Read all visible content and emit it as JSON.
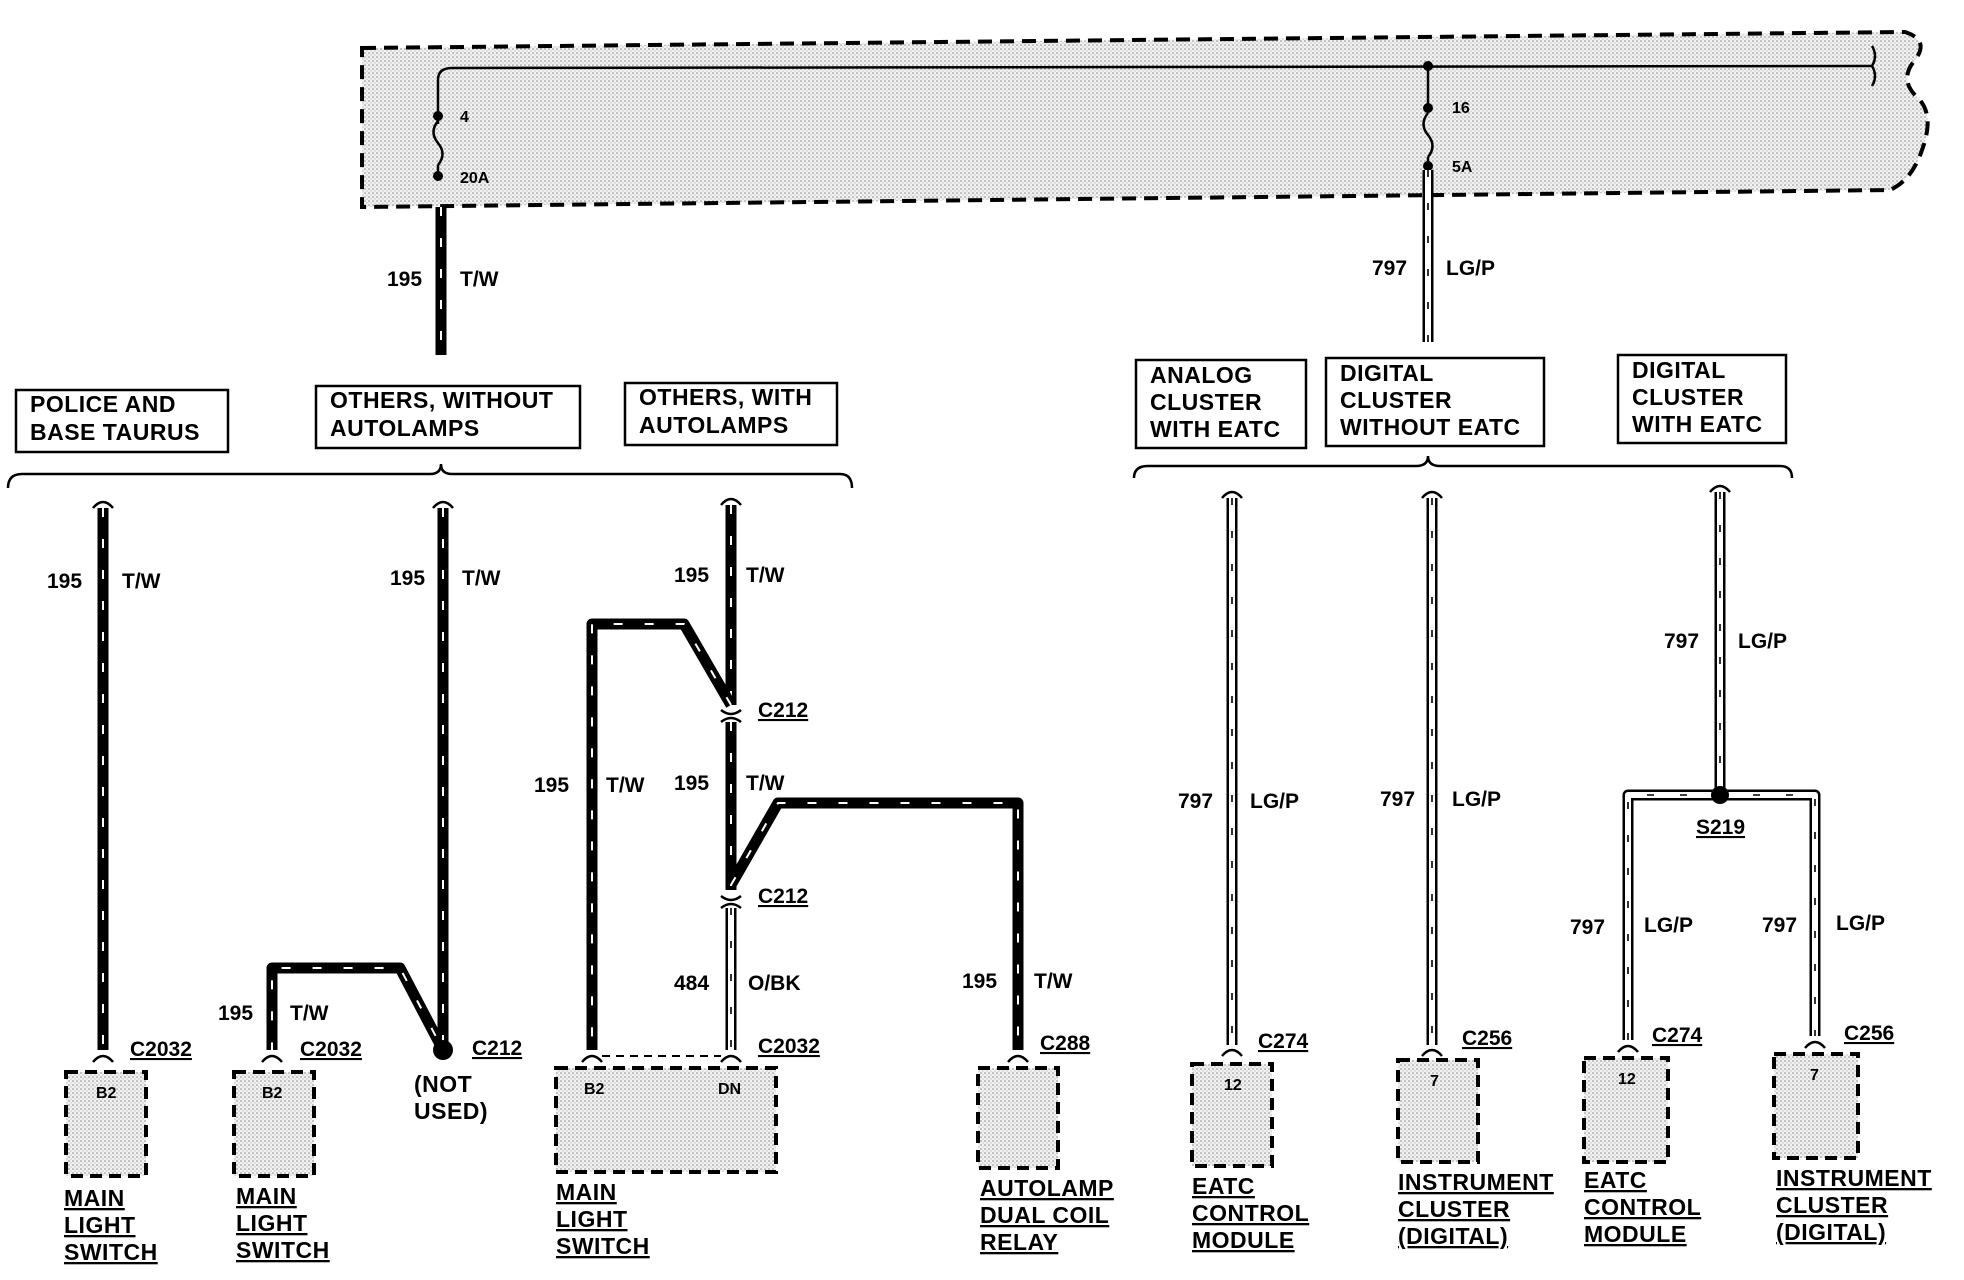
{
  "fuse_panel": {
    "fuse_a": {
      "number": "4",
      "rating": "20A"
    },
    "fuse_b": {
      "number": "16",
      "rating": "5A"
    }
  },
  "top_wires": {
    "tw": {
      "circuit": "195",
      "color": "T/W"
    },
    "lgp": {
      "circuit": "797",
      "color": "LG/P"
    }
  },
  "option_boxes": {
    "police": [
      "POLICE AND",
      "BASE TAURUS"
    ],
    "without_autolamps": [
      "OTHERS, WITHOUT",
      "AUTOLAMPS"
    ],
    "with_autolamps": [
      "OTHERS, WITH",
      "AUTOLAMPS"
    ],
    "analog_eatc": [
      "ANALOG",
      "CLUSTER",
      "WITH EATC"
    ],
    "digital_without_eatc": [
      "DIGITAL",
      "CLUSTER",
      "WITHOUT EATC"
    ],
    "digital_with_eatc": [
      "DIGITAL",
      "CLUSTER",
      "WITH EATC"
    ]
  },
  "circuit_labels": {
    "c195": "195",
    "tw": "T/W",
    "c797": "797",
    "lgp": "LG/P",
    "c484": "484",
    "obk": "O/BK"
  },
  "connectors": {
    "c2032": "C2032",
    "c212": "C212",
    "c288": "C288",
    "c274": "C274",
    "c256": "C256",
    "s219": "S219"
  },
  "pins": {
    "b2": "B2",
    "dn": "DN",
    "p12": "12",
    "p7": "7"
  },
  "not_used": [
    "(NOT",
    "USED)"
  ],
  "components": {
    "main_light_switch": [
      "MAIN",
      "LIGHT",
      "SWITCH"
    ],
    "autolamp_relay": [
      "AUTOLAMP",
      "DUAL COIL",
      "RELAY"
    ],
    "eatc_module": [
      "EATC",
      "CONTROL",
      "MODULE"
    ],
    "instrument_cluster": [
      "INSTRUMENT",
      "CLUSTER",
      "(DIGITAL)"
    ]
  }
}
